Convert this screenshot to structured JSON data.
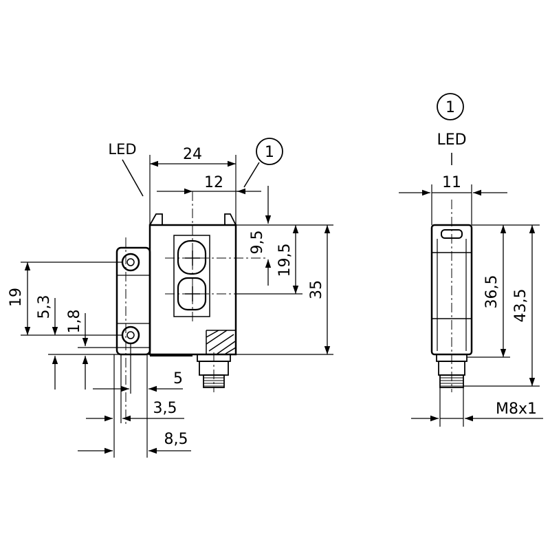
{
  "labels": {
    "led_front": "LED",
    "led_side": "LED",
    "callout_front": "1",
    "callout_side": "1"
  },
  "dimensions": {
    "width_24": "24",
    "offset_12": "12",
    "dim_9_5": "9,5",
    "dim_19_5": "19,5",
    "height_35": "35",
    "hole_19": "19",
    "hole_5_3": "5,3",
    "hole_1_8": "1,8",
    "dim_5": "5",
    "dim_3_5": "3,5",
    "dim_8_5": "8,5",
    "side_width_11": "11",
    "side_36_5": "36,5",
    "side_43_5": "43,5",
    "thread": "M8x1"
  }
}
